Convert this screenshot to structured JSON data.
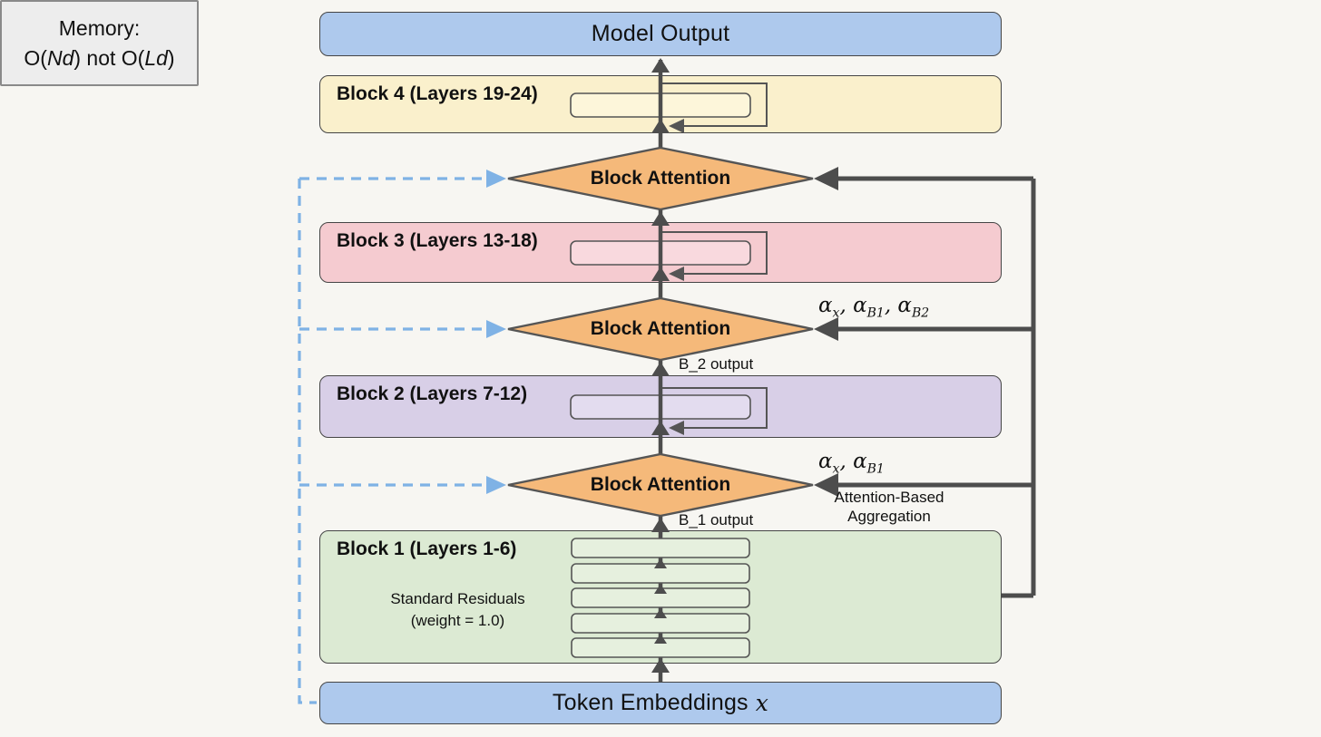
{
  "colors": {
    "background": "#f7f6f2",
    "io_blue": "#aec9ed",
    "block4_cream": "#faf0cc",
    "block3_pink": "#f5cbd0",
    "block2_purple": "#d8cfe7",
    "block1_green": "#dcead3",
    "attention_orange": "#f5b97a",
    "solid_wire_gray": "#4d4d4d",
    "dashed_wire_blue": "#7fb2e5",
    "memory_gray": "#ededed"
  },
  "nodes": {
    "model_output": {
      "label": "Model Output"
    },
    "block4": {
      "label": "Block 4 (Layers 19-24)"
    },
    "block3": {
      "label": "Block 3 (Layers 13-18)"
    },
    "block2": {
      "label": "Block 2 (Layers 7-12)"
    },
    "block1": {
      "label": "Block 1 (Layers 1-6)",
      "note1": "Standard Residuals",
      "note2": "(weight = 1.0)"
    },
    "token": {
      "label": "Token Embeddings",
      "var": "x"
    },
    "memory": {
      "title": "Memory:",
      "o1": "O(",
      "v1": "Nd",
      "mid": ") not O(",
      "v2": "Ld",
      "end": ")"
    }
  },
  "attention": {
    "label": "Block Attention",
    "w2": {
      "a1": "α",
      "s1": "x",
      "a2": ", α",
      "s2": "B1",
      "a3": ", α",
      "s3": "B2"
    },
    "w3": {
      "a1": "α",
      "s1": "x",
      "a2": ", α",
      "s2": "B1"
    },
    "b2_output": "B_2 output",
    "b1_output": "B_1 output",
    "agg1": "Attention-Based",
    "agg2": "Aggregation"
  }
}
